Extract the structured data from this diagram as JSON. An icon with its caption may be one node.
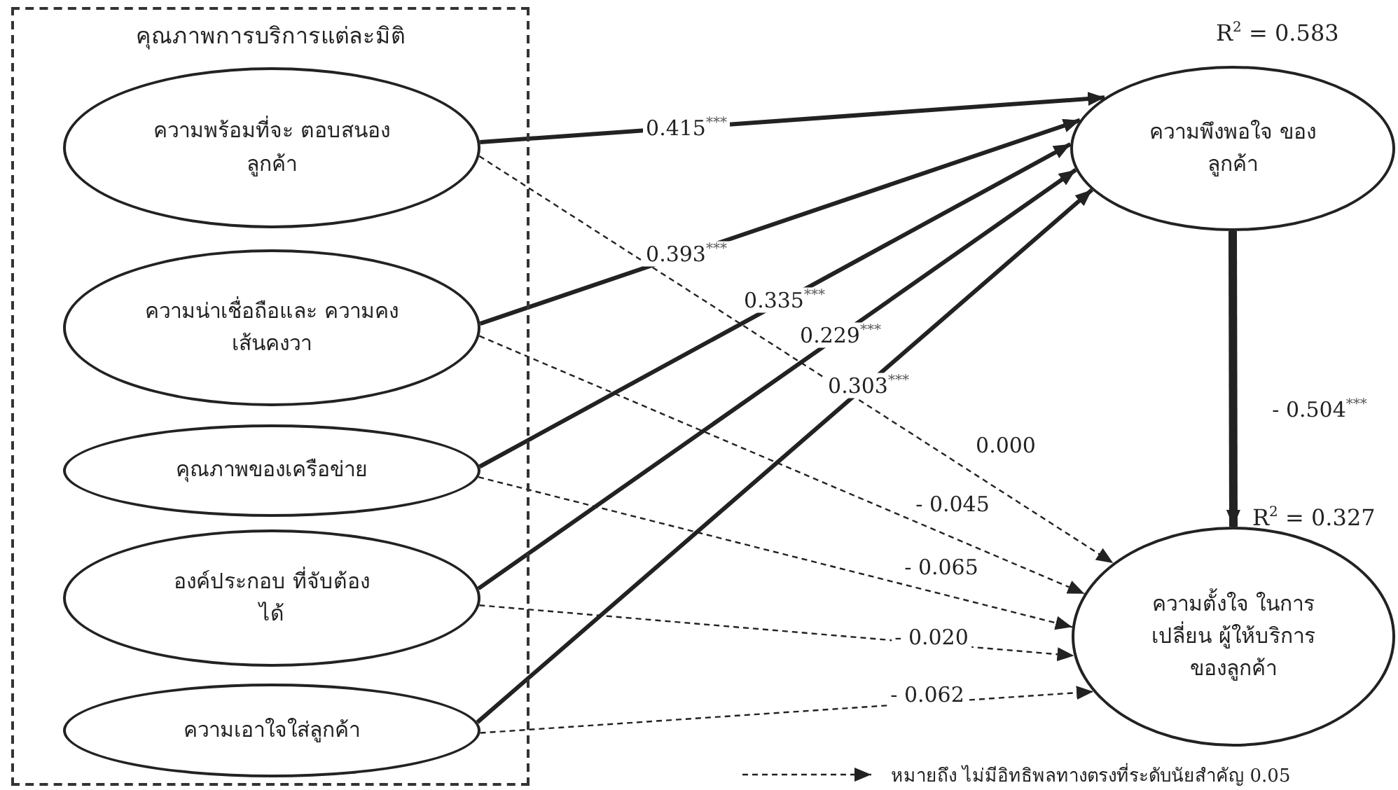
{
  "diagram": {
    "nodes": [
      {
        "text": [
          "คุณภาพการบริการแต่ละมิติ"
        ]
      },
      {
        "text": [
          "ความพร้อมที่จะ ตอบสนองลูกค้า"
        ],
        "in": 0
      },
      {
        "text": [
          "ความน่าเชื่อถือและ ความคงเส้นคงวา"
        ],
        "in": 0
      },
      {
        "text": [
          "คุณภาพของเครือข่าย"
        ],
        "in": 0
      },
      {
        "text": [
          "องค์ประกอบ ที่จับต้องได้"
        ],
        "in": 0
      },
      {
        "text": [
          "ความเอาใจใส่ลูกค้า"
        ],
        "in": 0
      },
      {
        "text": [
          "ความพึงพอใจ ของลูกค้า"
        ],
        "beside": [
          "R$^{2}$ = 0.583"
        ]
      },
      {
        "text": [
          "ความตั้งใจ ในการเปลี่ยน ผู้ให้บริการ ของลูกค้า"
        ],
        "beside": [
          "R$^{2}$ = 0.327"
        ]
      }
    ],
    "edges": [
      {
        "from": 1,
        "to": 6,
        "arrow": "to",
        "label": "0.415$^{***}$"
      },
      {
        "from": 2,
        "to": 6,
        "arrow": "to",
        "label": "0.393$^{***}$"
      },
      {
        "from": 3,
        "to": 6,
        "arrow": "to",
        "label": "0.335$^{***}$"
      },
      {
        "from": 4,
        "to": 6,
        "arrow": "to",
        "label": "0.229$^{***}$"
      },
      {
        "from": 5,
        "to": 6,
        "arrow": "to",
        "label": "0.303$^{***}$"
      },
      {
        "from": 1,
        "to": 7,
        "arrow": "to",
        "label": "0.000",
        "style": "dashed"
      },
      {
        "from": 2,
        "to": 7,
        "arrow": "to",
        "label": "- 0.045",
        "style": "dashed"
      },
      {
        "from": 3,
        "to": 7,
        "arrow": "to",
        "label": "- 0.065",
        "style": "dashed"
      },
      {
        "from": 4,
        "to": 7,
        "arrow": "to",
        "label": "- 0.020",
        "style": "dashed"
      },
      {
        "from": 5,
        "to": 7,
        "arrow": "to",
        "label": "- 0.062",
        "style": "dashed"
      },
      {
        "from": 6,
        "to": 7,
        "arrow": "to",
        "label": "- 0.504$^{***}$",
        "style": "thick"
      }
    ],
    "legend": [
      {
        "text": "หมายถึง ไม่มีอิทธิพลทางตรงที่ระดับนัยสำคัญ 0.05"
      }
    ]
  }
}
